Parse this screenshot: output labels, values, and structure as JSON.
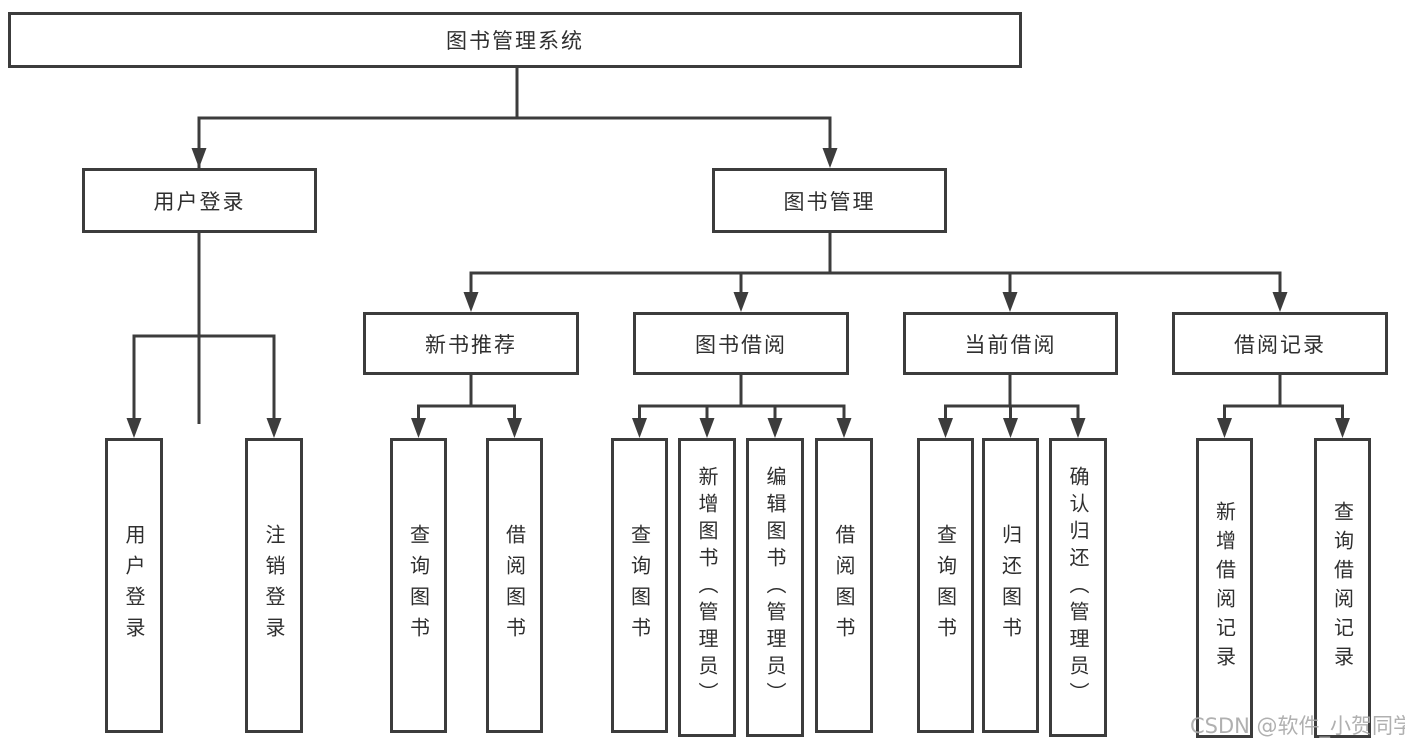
{
  "tree": {
    "root": {
      "label": "图书管理系统",
      "children": [
        {
          "label": "用户登录",
          "children": [
            {
              "label": "用户登录"
            },
            {
              "label": "注销登录"
            }
          ]
        },
        {
          "label": "图书管理",
          "children": [
            {
              "label": "新书推荐",
              "children": [
                {
                  "label": "查询图书"
                },
                {
                  "label": "借阅图书"
                }
              ]
            },
            {
              "label": "图书借阅",
              "children": [
                {
                  "label": "查询图书"
                },
                {
                  "label": "新增图书（管理员）"
                },
                {
                  "label": "编辑图书（管理员）"
                },
                {
                  "label": "借阅图书"
                }
              ]
            },
            {
              "label": "当前借阅",
              "children": [
                {
                  "label": "查询图书"
                },
                {
                  "label": "归还图书"
                },
                {
                  "label": "确认归还（管理员）"
                }
              ]
            },
            {
              "label": "借阅记录",
              "children": [
                {
                  "label": "新增借阅记录"
                },
                {
                  "label": "查询借阅记录"
                }
              ]
            }
          ]
        }
      ]
    }
  },
  "watermark": "CSDN @软件_小贺同学",
  "colors": {
    "line": "#3c3c3c",
    "text": "#2f2f2f",
    "background": "#ffffff",
    "watermark": "#a8a8a8"
  }
}
